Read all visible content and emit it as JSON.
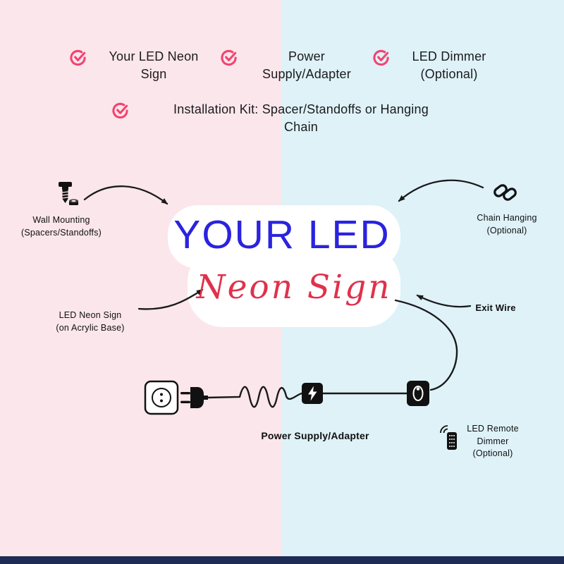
{
  "colors": {
    "bg_left_pink": "#fbe6ec",
    "bg_right_blue": "#def2f8",
    "accent_check_pink": "#f5426f",
    "sign_text_blue": "#2b23de",
    "sign_text_red": "#e0314c",
    "line_ink": "#1a1a1a",
    "footer_navy": "#1e2b55",
    "sign_base_white": "#ffffff"
  },
  "checklist": {
    "items": [
      {
        "line1": "Your LED Neon",
        "line2": "Sign"
      },
      {
        "line1": "Power",
        "line2": "Supply/Adapter"
      },
      {
        "line1": "LED Dimmer",
        "line2": "(Optional)"
      },
      {
        "line1": "Installation Kit: Spacer/Standoffs or Hanging",
        "line2": "Chain"
      }
    ]
  },
  "sign": {
    "line1": "YOUR LED",
    "line2": "Neon Sign"
  },
  "callouts": {
    "wall_mounting": {
      "line1": "Wall Mounting",
      "line2": "(Spacers/Standoffs)"
    },
    "led_neon_sign": {
      "line1": "LED Neon Sign",
      "line2": "(on Acrylic Base)"
    },
    "chain_hanging": {
      "line1": "Chain Hanging",
      "line2": "(Optional)"
    },
    "exit_wire": "Exit Wire",
    "power_supply": "Power Supply/Adapter",
    "remote_dimmer": {
      "line1": "LED Remote",
      "line2": "Dimmer",
      "line3": "(Optional)"
    }
  },
  "icons": {
    "check": "circled-checkmark",
    "screw": "screw-and-standoff",
    "chain": "chain-links",
    "outlet": "wall-socket",
    "plug": "power-plug",
    "adapter": "lightning-bolt-box",
    "dimmer": "inline-dimmer-switch",
    "remote": "remote-control-with-signal"
  }
}
